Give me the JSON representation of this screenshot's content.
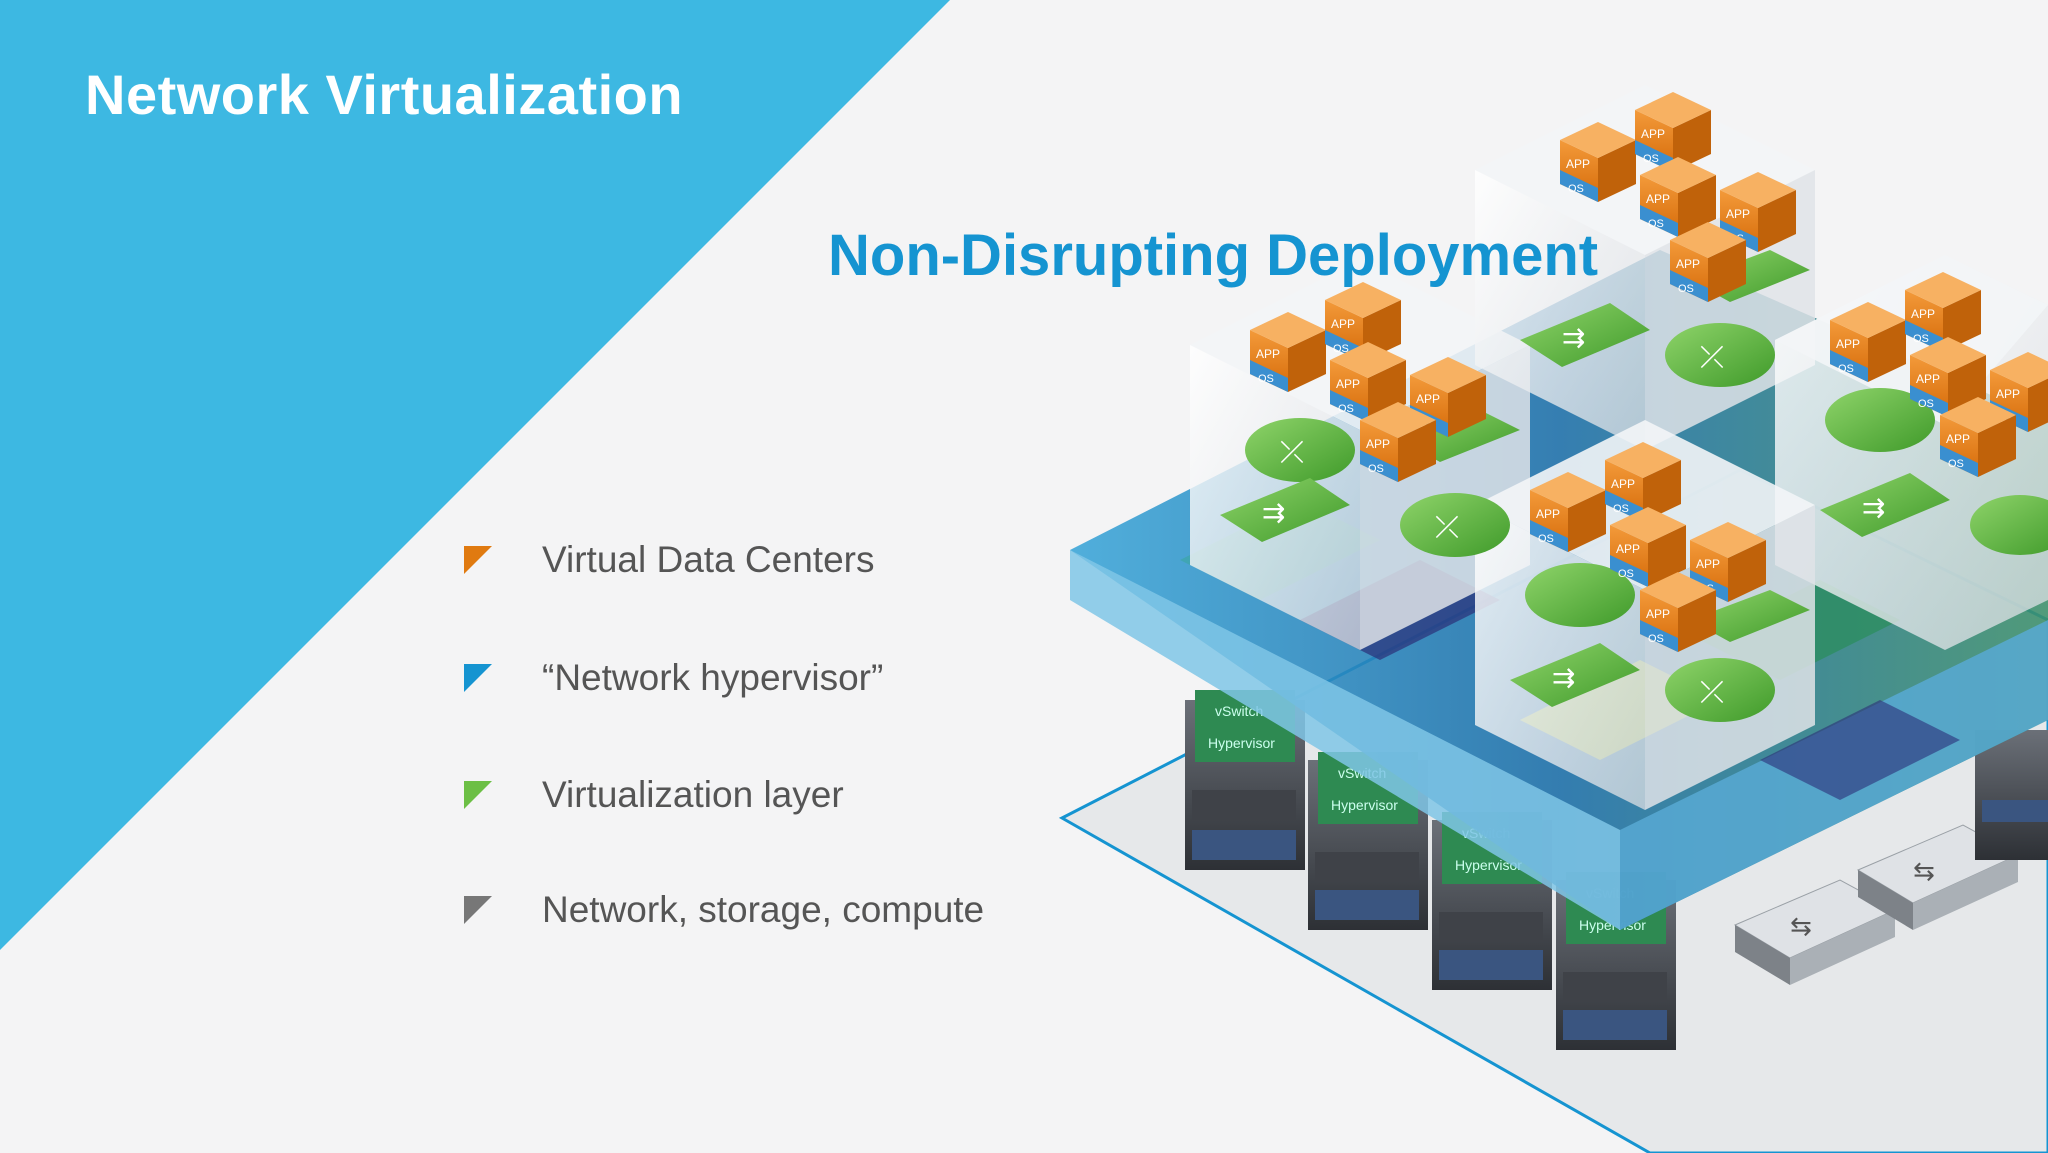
{
  "slide": {
    "title": "Network Virtualization",
    "subtitle": "Non-Disrupting Deployment",
    "colors": {
      "accent_blue": "#3db8e2",
      "subtitle_blue": "#1594d1",
      "orange": "#e07a10",
      "green": "#6cbf45",
      "gray": "#777777",
      "background": "#f4f4f5"
    }
  },
  "bullets": [
    {
      "label": "Virtual Data Centers",
      "marker_color": "#e07a10"
    },
    {
      "label": "“Network hypervisor”",
      "marker_color": "#1594d1"
    },
    {
      "label": "Virtualization layer",
      "marker_color": "#6cbf45"
    },
    {
      "label": "Network, storage, compute",
      "marker_color": "#777777"
    }
  ],
  "illustration": {
    "vm_label_app": "APP",
    "vm_label_os": "OS",
    "server_label_vswitch": "vSwitch",
    "server_label_hypervisor": "Hypervisor",
    "icons": [
      "vm-stack-icon",
      "switch-icon",
      "router-icon",
      "firewall-icon",
      "load-balancer-icon",
      "server-rack-icon",
      "physical-switch-icon"
    ]
  }
}
